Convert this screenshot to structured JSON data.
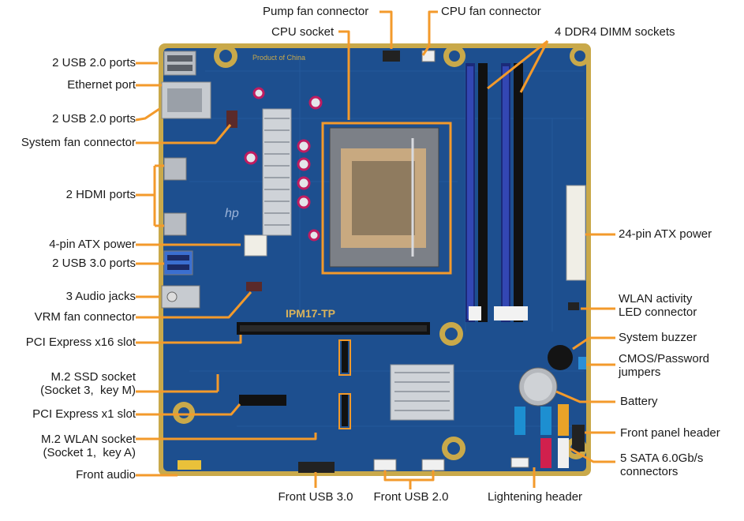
{
  "labels": {
    "pump_fan": "Pump fan connector",
    "cpu_fan": "CPU fan connector",
    "cpu_socket": "CPU socket",
    "dimm": "4 DDR4 DIMM sockets",
    "usb2_top": "2 USB 2.0 ports",
    "ethernet": "Ethernet port",
    "usb2_mid": "2 USB 2.0 ports",
    "sys_fan": "System fan connector",
    "hdmi": "2 HDMI ports",
    "atx4": "4-pin ATX power",
    "usb3": "2 USB 3.0 ports",
    "audio": "3 Audio jacks",
    "vrm_fan": "VRM fan connector",
    "pcie16": "PCI Express x16 slot",
    "m2ssd": "M.2 SSD socket\n(Socket 3,  key M)",
    "pcie1": "PCI Express x1 slot",
    "m2wlan": "M.2 WLAN socket\n(Socket 1,  key A)",
    "front_audio": "Front audio",
    "front_usb3": "Front USB 3.0",
    "front_usb2": "Front USB 2.0",
    "lightening": "Lightening header",
    "atx24": "24-pin ATX power",
    "wlan_led": "WLAN activity\nLED connector",
    "buzzer": "System buzzer",
    "cmos": "CMOS/Password\njumpers",
    "battery": "Battery",
    "front_panel": "Front panel header",
    "sata": "5 SATA 6.0Gb/s\nconnectors"
  },
  "board_text": {
    "made_in": "Product of China",
    "model": "IPM17-TP",
    "brand": "hp"
  },
  "colors": {
    "board": "#1d4f8f",
    "board_dark": "#173f73",
    "edge": "#c9a94a",
    "leader": "#f39a2b",
    "dimm": "#2a3f9e",
    "sata_blue": "#1d8fd1",
    "sata_yellow": "#e9a328",
    "sata_red": "#d1204d"
  }
}
